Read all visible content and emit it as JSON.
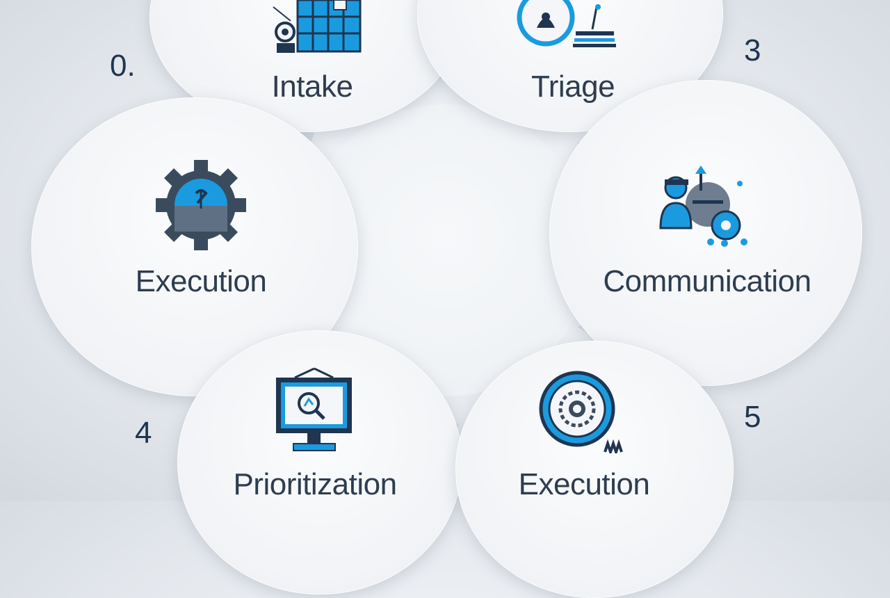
{
  "diagram": {
    "stages": [
      {
        "id": "intake",
        "label": "Intake",
        "icon": "calendar-gear-icon"
      },
      {
        "id": "triage",
        "label": "Triage",
        "icon": "magnifier-desk-icon"
      },
      {
        "id": "execution-left",
        "label": "Execution",
        "icon": "gear-icon"
      },
      {
        "id": "communication",
        "label": "Communication",
        "icon": "worker-network-icon"
      },
      {
        "id": "prioritization",
        "label": "Prioritization",
        "icon": "monitor-search-icon"
      },
      {
        "id": "execution-bottom",
        "label": "Execution",
        "icon": "circular-badge-icon"
      }
    ],
    "step_numbers": {
      "top_left": "0.",
      "top_right": "3",
      "bottom_left": "4",
      "bottom_right": "5"
    },
    "colors": {
      "accent": "#1a9be0",
      "dark": "#1f3550",
      "label": "#2e3d4f"
    }
  }
}
